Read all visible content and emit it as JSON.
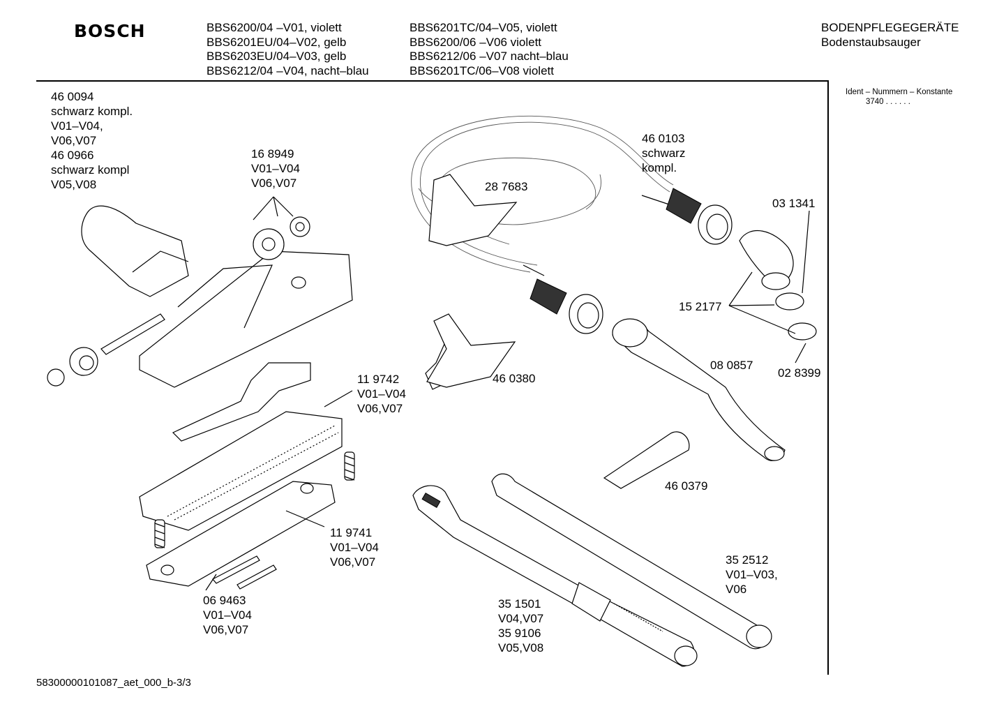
{
  "header": {
    "brand": "BOSCH",
    "models_col1": [
      "BBS6200/04  –V01, violett",
      "BBS6201EU/04–V02, gelb",
      "BBS6203EU/04–V03, gelb",
      "BBS6212/04  –V04, nacht–blau"
    ],
    "models_col2": [
      "BBS6201TC/04–V05, violett",
      "BBS6200/06   –V06  violett",
      "BBS6212/06    –V07  nacht–blau",
      "BBS6201TC/06–V08 violett"
    ],
    "category": "BODENPFLEGEGERÄTE",
    "subcategory": "Bodenstaubsauger"
  },
  "ident": {
    "title": "Ident – Nummern – Konstante",
    "value": "3740  . .   . . . ."
  },
  "parts": {
    "p460094": [
      "46 0094",
      "schwarz kompl.",
      "V01–V04,",
      "V06,V07",
      "46 0966",
      "schwarz kompl",
      "V05,V08"
    ],
    "p168949": [
      "16 8949",
      "V01–V04",
      "V06,V07"
    ],
    "p287683": [
      "28 7683"
    ],
    "p460103": [
      "46 0103",
      "schwarz",
      "kompl."
    ],
    "p031341": [
      "03 1341"
    ],
    "p152177": [
      "15 2177"
    ],
    "p119742": [
      "11 9742",
      "V01–V04",
      "V06,V07"
    ],
    "p460380": [
      "46 0380"
    ],
    "p080857": [
      "08 0857"
    ],
    "p028399": [
      "02 8399"
    ],
    "p460379": [
      "46 0379"
    ],
    "p119741": [
      "11 9741",
      "V01–V04",
      "V06,V07"
    ],
    "p352512": [
      "35 2512",
      "V01–V03,",
      "V06"
    ],
    "p351501": [
      "35 1501",
      "V04,V07",
      "35 9106",
      "V05,V08"
    ],
    "p069463": [
      "06 9463",
      "V01–V04",
      "V06,V07"
    ]
  },
  "footer": "58300000101087_aet_000_b-3/3"
}
